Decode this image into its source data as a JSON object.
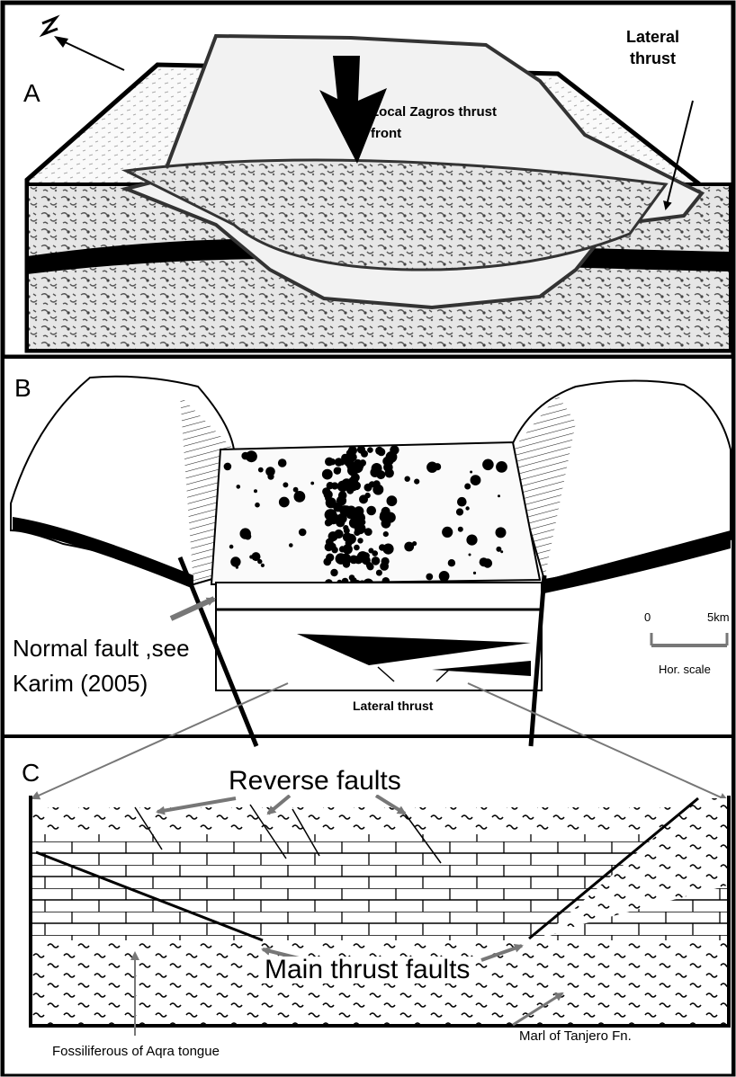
{
  "panels": {
    "a": {
      "letter": "A",
      "north": "N",
      "lateral_thrust": [
        "Lateral",
        "thrust"
      ],
      "front_label": [
        "Local Zagros thrust",
        "front"
      ]
    },
    "b": {
      "letter": "B",
      "normal_fault": [
        "Normal fault ,see",
        "Karim (2005)"
      ],
      "lateral_thrust": "Lateral thrust",
      "scale": {
        "zero": "0",
        "distance": "5km",
        "caption": "Hor. scale"
      }
    },
    "c": {
      "letter": "C",
      "reverse_faults": "Reverse faults",
      "main_thrust_faults": "Main thrust faults",
      "fossiliferous": "Fossiliferous of Aqra  tongue",
      "marl": "Marl of Tanjero Fn."
    }
  },
  "colors": {
    "ink": "#000000",
    "arrow_gray": "#777777",
    "paper": "#ffffff",
    "pattern_gray": "#9a9a9a"
  }
}
